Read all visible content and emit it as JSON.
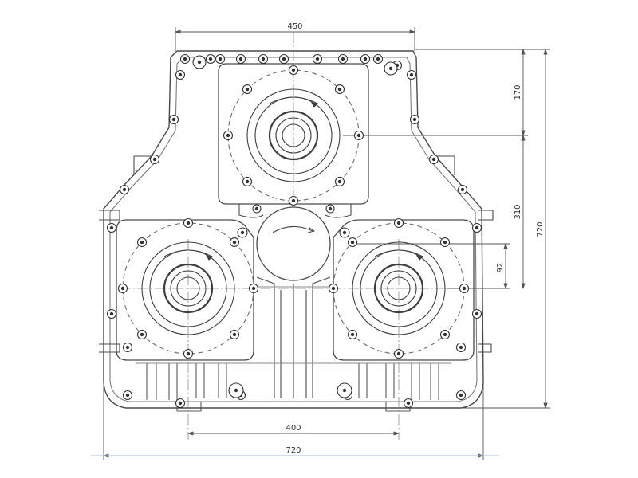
{
  "drawing": {
    "dimensions": {
      "top_width": "450",
      "upper_height": "170",
      "mid_height": "310",
      "small_offset": "92",
      "total_height": "720",
      "output_spacing": "400",
      "total_width": "720"
    }
  }
}
